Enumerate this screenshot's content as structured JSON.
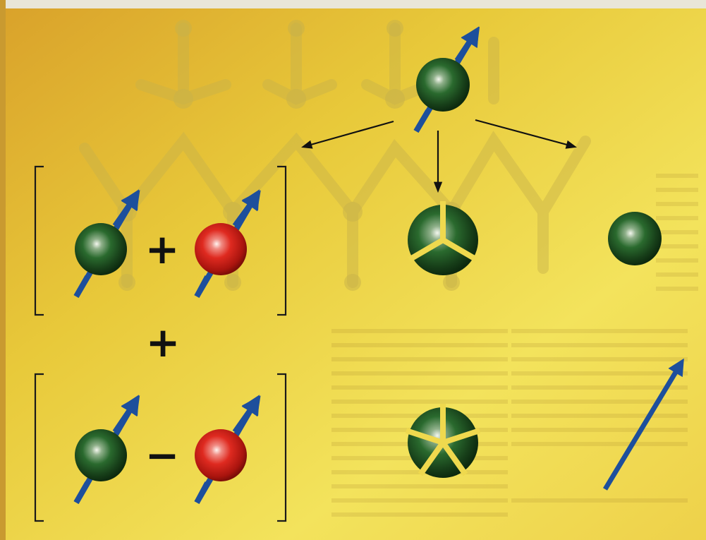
{
  "colors": {
    "background_light": "#f3e25a",
    "background_dark": "#d9a82a",
    "electron_green": "#1f5a24",
    "electron_red": "#d8231b",
    "spin_arrow": "#1d4f9c",
    "bracket": "#1a1a1a"
  },
  "symbols": {
    "plus_top": "+",
    "plus_middle": "+",
    "minus_bottom": "−"
  },
  "icons": {
    "source_electron": "green-sphere-with-spin-arrow",
    "charge_fragment": "sphere-split-in-three",
    "charge_fragment_alt": "sphere-split-in-five",
    "spinless_charge": "green-sphere",
    "spin_only": "blue-arrow"
  }
}
